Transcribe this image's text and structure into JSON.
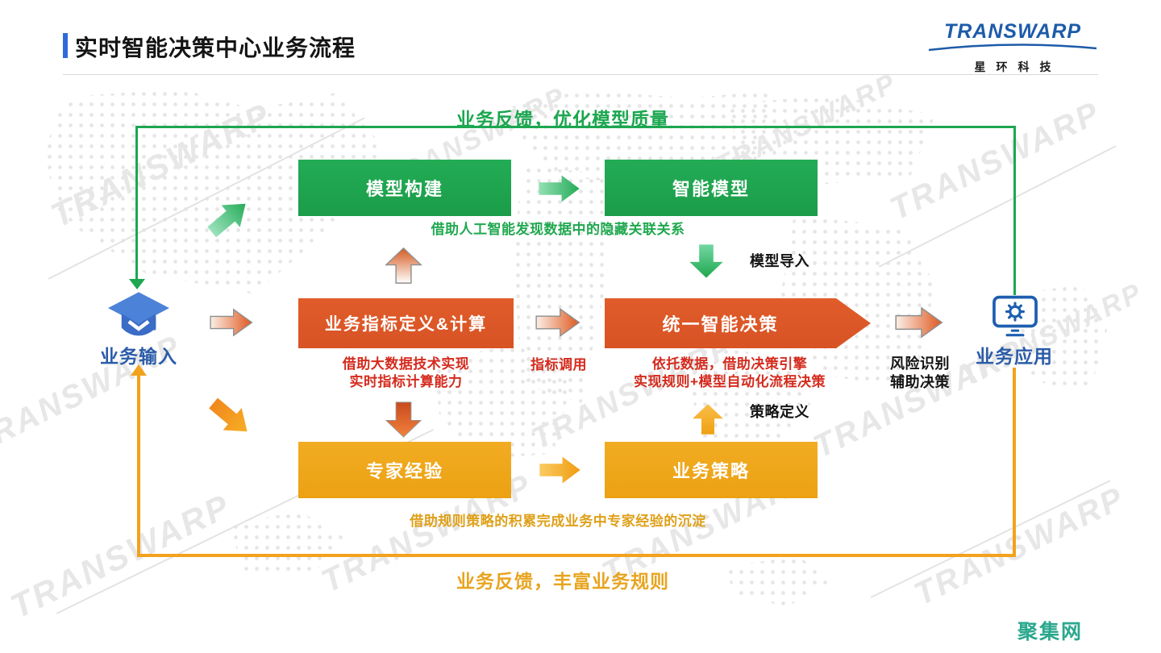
{
  "header": {
    "title": "实时智能决策中心业务流程",
    "logo": {
      "brand": "TRANSWARP",
      "subtitle": "星环科技"
    }
  },
  "feedback": {
    "top": "业务反馈，优化模型质量",
    "bottom": "业务反馈，丰富业务规则"
  },
  "nodes": {
    "model_build": "模型构建",
    "smart_model": "智能模型",
    "metric_define": "业务指标定义&计算",
    "unified_decision": "统一智能决策",
    "expert_experience": "专家经验",
    "business_strategy": "业务策略"
  },
  "captions": {
    "ai_caption": "借助人工智能发现数据中的隐藏关联关系",
    "bigdata_line1": "借助大数据技术实现",
    "bigdata_line2": "实时指标计算能力",
    "metric_call": "指标调用",
    "decision_line1": "依托数据，借助决策引擎",
    "decision_line2": "实现规则+模型自动化流程决策",
    "rule_caption": "借助规则策略的积累完成业务中专家经验的沉淀",
    "model_import": "模型导入",
    "strategy_define": "策略定义",
    "risk_line1": "风险识别",
    "risk_line2": "辅助决策"
  },
  "endpoints": {
    "input": "业务输入",
    "output": "业务应用"
  },
  "watermark": {
    "text": "TRANSWARP"
  },
  "footer": {
    "site": "聚集网"
  },
  "colors": {
    "green": "#1CA750",
    "orange": "#DD5A28",
    "yellow": "#F0A81F",
    "red_text": "#D42B1E",
    "amber_text": "#E8A41F",
    "blue_text": "#2B5CA8",
    "logo_blue": "#1D5BA9",
    "footer_teal": "#2BA88E",
    "title_accent": "#2F6BD8"
  }
}
